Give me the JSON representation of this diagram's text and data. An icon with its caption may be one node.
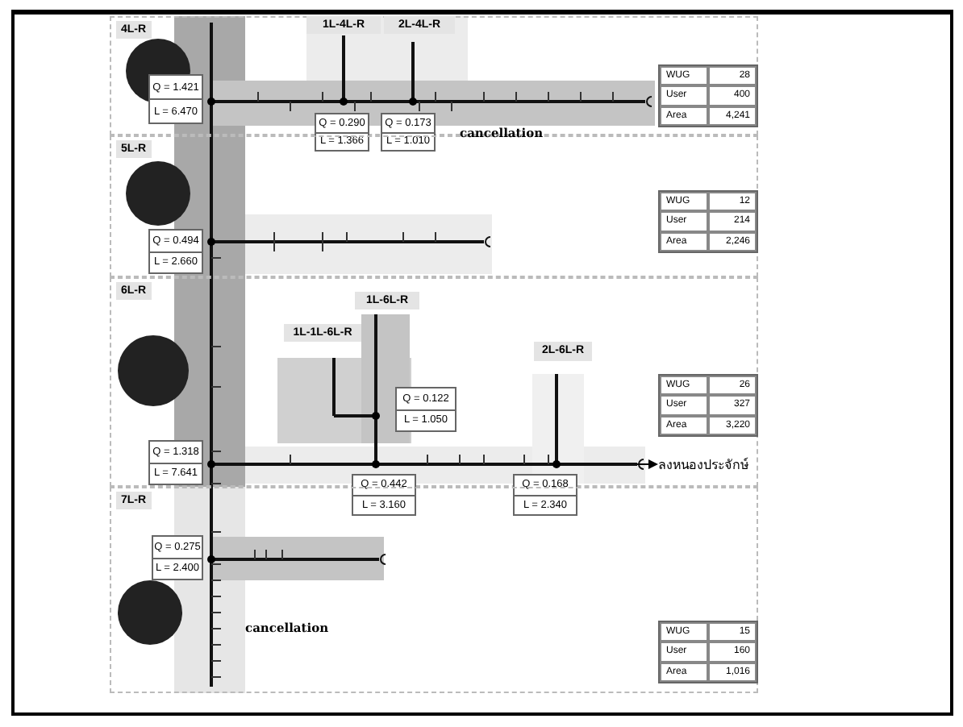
{
  "diagram": {
    "nodes": [
      {
        "text": [
          "4L-R"
        ]
      },
      {
        "text": [],
        "shape": "circle",
        "in": 0
      },
      {
        "text": [
          "Q = 1.421",
          "L = 6.470"
        ],
        "in": 0
      },
      {
        "text": [
          "1L-4L-R"
        ],
        "in": 0
      },
      {
        "text": [
          "2L-4L-R"
        ],
        "in": 0
      },
      {
        "text": [
          "Q = 0.290",
          "L = 1.366"
        ]
      },
      {
        "text": [
          "Q = 0.173",
          "L = 1.010"
        ]
      },
      {
        "text": [
          "WUG",
          "28",
          "User",
          "400",
          "Area",
          "4,241"
        ],
        "in": 0
      },
      {
        "text": [
          "5L-R"
        ]
      },
      {
        "text": [],
        "shape": "circle",
        "in": 8
      },
      {
        "text": [
          "Q = 0.494",
          "L = 2.660"
        ],
        "in": 8
      },
      {
        "text": [
          "WUG",
          "12",
          "User",
          "214",
          "Area",
          "2,246"
        ],
        "in": 8
      },
      {
        "text": [
          "6L-R"
        ]
      },
      {
        "text": [],
        "shape": "circle",
        "in": 12
      },
      {
        "text": [
          "Q = 1.318",
          "L = 7.641"
        ],
        "in": 12
      },
      {
        "text": [
          "1L-6L-R"
        ],
        "in": 12
      },
      {
        "text": [
          "1L-1L-6L-R"
        ],
        "in": 12
      },
      {
        "text": [
          "Q = 0.122",
          "L = 1.050"
        ],
        "in": 12
      },
      {
        "text": [
          "Q = 0.442",
          "L = 3.160"
        ]
      },
      {
        "text": [
          "2L-6L-R"
        ],
        "in": 12
      },
      {
        "text": [
          "Q = 0.168",
          "L = 2.340"
        ]
      },
      {
        "text": [
          "ลงหนองประจักษ์"
        ],
        "in": 12
      },
      {
        "text": [
          "WUG",
          "26",
          "User",
          "327",
          "Area",
          "3,220"
        ],
        "in": 12
      },
      {
        "text": [
          "7L-R"
        ]
      },
      {
        "text": [
          "Q = 0.275",
          "L = 2.400"
        ],
        "in": 23
      },
      {
        "text": [],
        "shape": "circle",
        "in": 23
      },
      {
        "text": [
          "WUG",
          "15",
          "User",
          "160",
          "Area",
          "1,016"
        ],
        "in": 23
      }
    ],
    "edges": [
      {
        "from": null,
        "to": 21,
        "arrow": "to"
      }
    ],
    "labels": [
      "cancellation",
      "cancellation"
    ]
  }
}
